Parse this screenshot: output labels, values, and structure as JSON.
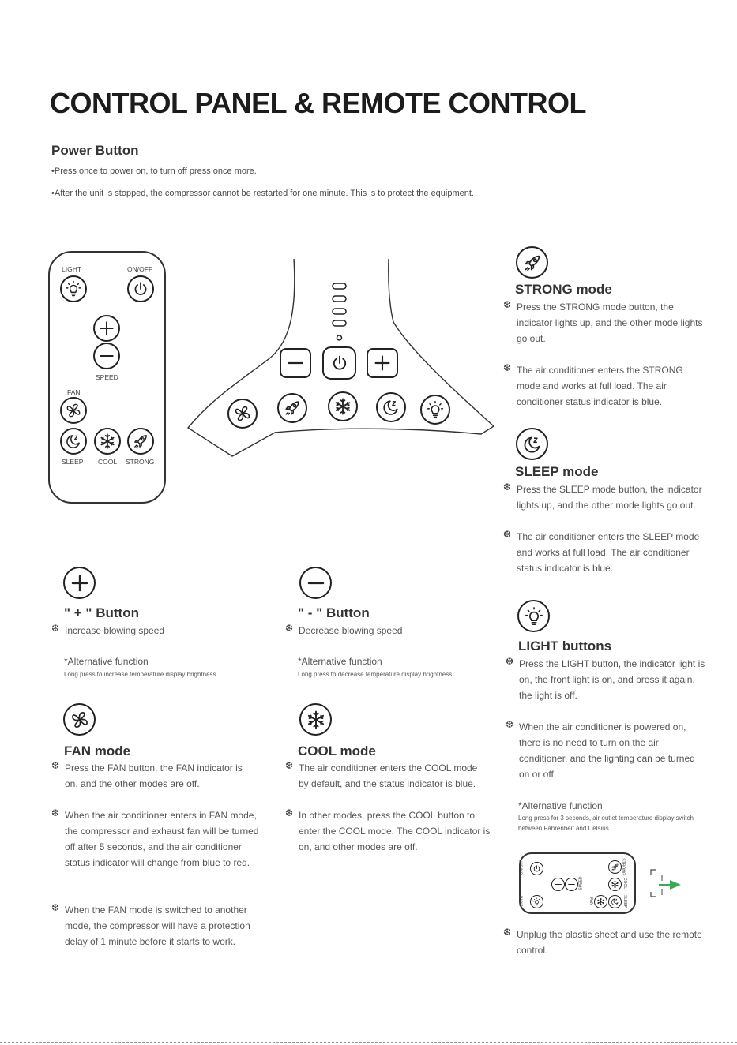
{
  "title": "CONTROL PANEL & REMOTE CONTROL",
  "power": {
    "heading": "Power Button",
    "line1": "•Press once to power on, to turn off press once more.",
    "line2": "•After the unit is stopped, the compressor cannot be restarted for one minute. This is to protect the equipment."
  },
  "remote": {
    "light": "LIGHT",
    "onoff": "ON/OFF",
    "speed": "SPEED",
    "fan": "FAN",
    "sleep": "SLEEP",
    "cool": "COOL",
    "strong": "STRONG"
  },
  "strong": {
    "heading": "STRONG mode",
    "p1": "Press the STRONG mode button, the indicator lights up, and the other mode lights go out.",
    "p2": "The air conditioner enters the STRONG mode and works at full load. The air conditioner status indicator is blue."
  },
  "sleep": {
    "heading": "SLEEP mode",
    "p1": "Press the SLEEP mode button, the indicator lights up, and the other mode lights go out.",
    "p2": "The air conditioner enters the SLEEP mode and works at full load. The air conditioner status indicator is blue."
  },
  "plus": {
    "heading": "\" + \" Button",
    "p1": "Increase blowing speed",
    "alt_h": "*Alternative function",
    "alt_t": "Long press to increase temperature display brightness"
  },
  "minus": {
    "heading": "\" - \" Button",
    "p1": "Decrease blowing speed",
    "alt_h": "*Alternative function",
    "alt_t": "Long press to decrease temperature display brightness."
  },
  "light": {
    "heading": "LIGHT buttons",
    "p1": "Press the LIGHT button, the indicator light is on, the front light is on, and press it again, the light is off.",
    "p2": "When the air conditioner is powered on, there is no need to turn on the air conditioner, and the lighting can be turned on or off.",
    "alt_h": "*Alternative function",
    "alt_t": "Long press for 3 seconds, air outlet temperature display switch between Fahrenheit and Celsius."
  },
  "fan": {
    "heading": "FAN mode",
    "p1": "Press the FAN button, the FAN indicator is on, and the other modes are off.",
    "p2": "When the air conditioner enters in FAN mode, the compressor and exhaust fan will be turned off after 5 seconds, and the air conditioner status indicator will change from blue to red.",
    "p3": "When the FAN mode is switched to another mode, the compressor will have a protection delay of 1 minute before it starts to work."
  },
  "cool": {
    "heading": "COOL mode",
    "p1": "The air conditioner enters the COOL mode by default, and the status indicator is blue.",
    "p2": "In other modes, press the COOL button to enter the COOL mode. The COOL indicator is on, and other modes are off."
  },
  "unplug": {
    "p1": "Unplug the plastic sheet and use the remote control."
  },
  "mini_remote": {
    "onoff": "ON/OFF",
    "speed": "SPEED",
    "light": "LIGHT",
    "fan": "FAN",
    "cool": "COOL",
    "strong": "STRONG",
    "sleep": "SLEEP"
  },
  "flake_glyph": "❆",
  "colors": {
    "arrow": "#3aaa57",
    "text": "#333333"
  }
}
